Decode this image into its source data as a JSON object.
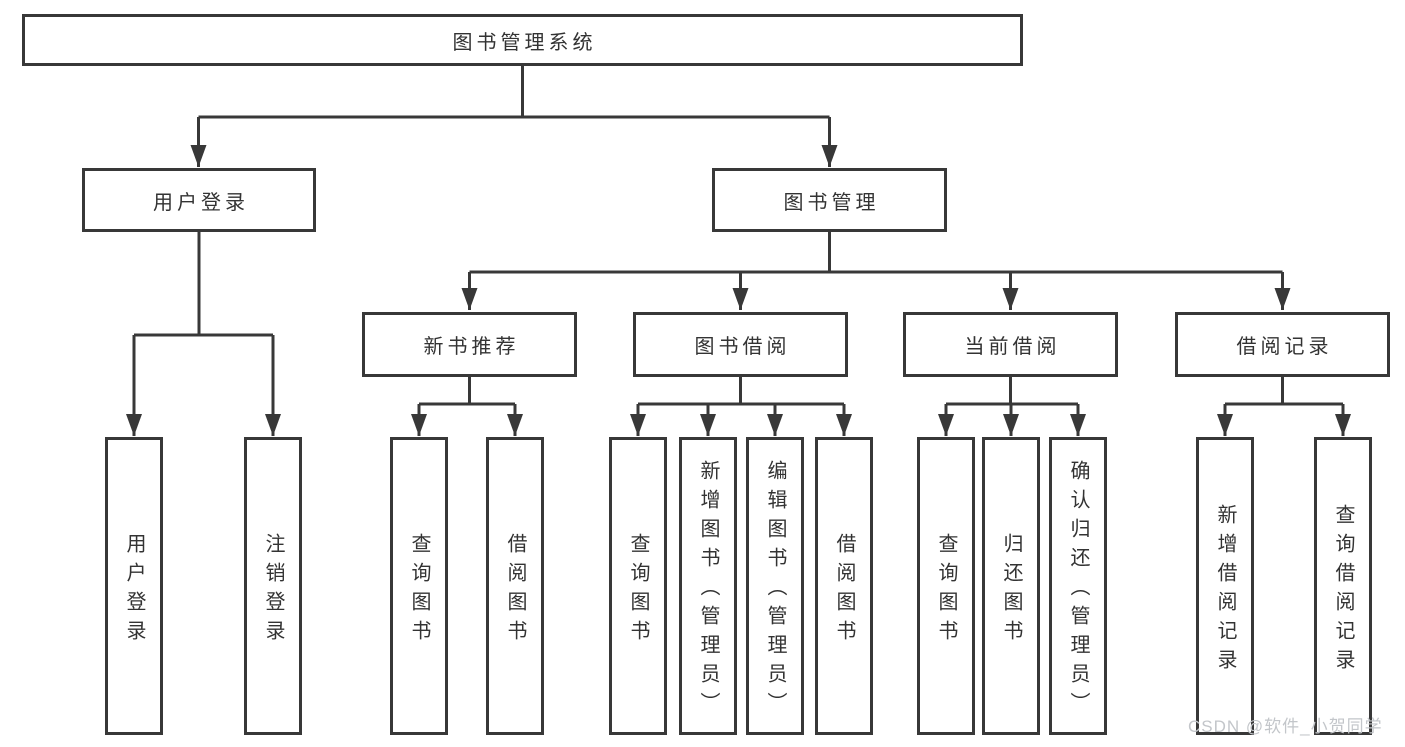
{
  "tree": {
    "root": "图书管理系统",
    "branches": [
      {
        "label": "用户登录",
        "children": [
          {
            "label": "用户登录"
          },
          {
            "label": "注销登录"
          }
        ]
      },
      {
        "label": "图书管理",
        "children": [
          {
            "label": "新书推荐",
            "children": [
              {
                "label": "查询图书"
              },
              {
                "label": "借阅图书"
              }
            ]
          },
          {
            "label": "图书借阅",
            "children": [
              {
                "label": "查询图书"
              },
              {
                "label": "新增图书（管理员）"
              },
              {
                "label": "编辑图书（管理员）"
              },
              {
                "label": "借阅图书"
              }
            ]
          },
          {
            "label": "当前借阅",
            "children": [
              {
                "label": "查询图书"
              },
              {
                "label": "归还图书"
              },
              {
                "label": "确认归还（管理员）"
              }
            ]
          },
          {
            "label": "借阅记录",
            "children": [
              {
                "label": "新增借阅记录"
              },
              {
                "label": "查询借阅记录"
              }
            ]
          }
        ]
      }
    ]
  },
  "watermark": "CSDN @软件_小贺同学",
  "colors": {
    "line": "#383838",
    "text": "#333333",
    "watermark": "#c3c6ca",
    "background": "#ffffff"
  }
}
